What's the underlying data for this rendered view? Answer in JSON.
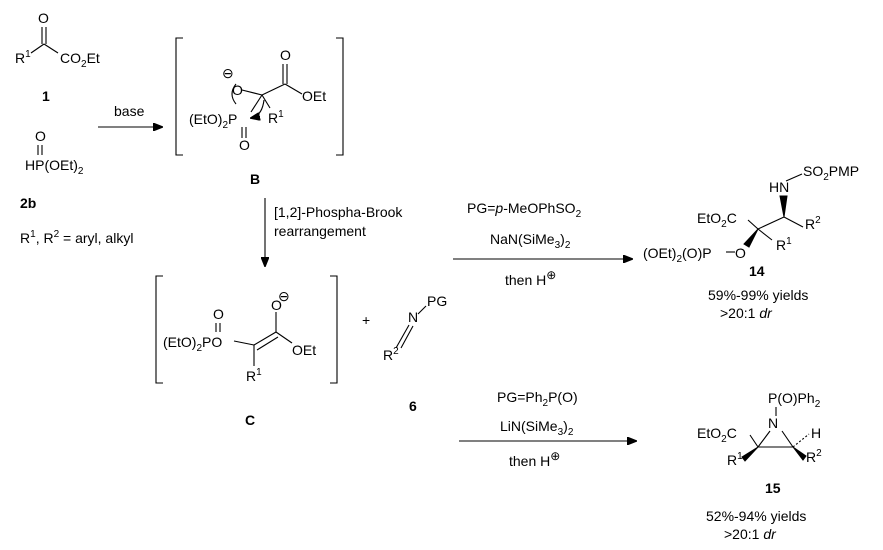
{
  "compound_1": {
    "r1": "R",
    "r1_sup": "1",
    "ester": "CO",
    "ester_sub": "2",
    "ester_tail": "Et",
    "oxygen": "O",
    "label": "1"
  },
  "compound_2b": {
    "oxygen": "O",
    "formula": "HP(OEt)",
    "formula_sub": "2",
    "label": "2b",
    "substituents_prefix": "R",
    "s1": "1",
    "sep": ", R",
    "s2": "2",
    "substituents_tail": " = aryl, alkyl"
  },
  "step_base": {
    "reagent": "base"
  },
  "intermediate_B": {
    "minus": "⊖",
    "o_anion": "O",
    "carbonyl_o": "O",
    "ester": "OEt",
    "phosphonate": "(EtO)",
    "phosphonate_sub": "2",
    "phosphonate_p": "P",
    "p_oxygen": "O",
    "r1": "R",
    "r1_sup": "1",
    "label": "B"
  },
  "step_rearrangement": {
    "line1": "[1,2]-Phospha-Brook",
    "line2": "rearrangement"
  },
  "intermediate_C": {
    "p_oxygen": "O",
    "phosphonate": "(EtO)",
    "phosphonate_sub": "2",
    "phosphonate_tail": "PO",
    "enolate_o": "O",
    "minus": "⊖",
    "ester": "OEt",
    "r1": "R",
    "r1_sup": "1",
    "label": "C"
  },
  "plus_sign": "+",
  "imine_6": {
    "n": "N",
    "pg": "PG",
    "r2": "R",
    "r2_sup": "2",
    "label": "6"
  },
  "step_14": {
    "pg_prefix": "PG=",
    "pg_italic": "p",
    "pg_tail": "-MeOPhSO",
    "pg_sub": "2",
    "base_prefix": "NaN(SiMe",
    "base_sub": "3",
    "base_tail": ")",
    "base_sub2": "2",
    "quench": "then H",
    "quench_sup": "⊕"
  },
  "product_14": {
    "nh": "HN",
    "so2pmp": "SO",
    "so2pmp_sub": "2",
    "so2pmp_tail": "PMP",
    "ester": "EtO",
    "ester_sub": "2",
    "ester_tail": "C",
    "r2": "R",
    "r2_sup": "2",
    "r1": "R",
    "r1_sup": "1",
    "phos_prefix": "(OEt)",
    "phos_sub": "2",
    "phos_tail": "(O)P",
    "o": "O",
    "label": "14",
    "yield": "59%-99% yields",
    "dr_prefix": ">20:1  ",
    "dr_italic": "dr"
  },
  "step_15": {
    "pg_prefix": "PG=Ph",
    "pg_sub": "2",
    "pg_tail": "P(O)",
    "base_prefix": "LiN(SiMe",
    "base_sub": "3",
    "base_tail": ")",
    "base_sub2": "2",
    "quench": "then H",
    "quench_sup": "⊕"
  },
  "product_15": {
    "pgroup": "P(O)Ph",
    "pgroup_sub": "2",
    "n": "N",
    "ester": "EtO",
    "ester_sub": "2",
    "ester_tail": "C",
    "h": "H",
    "r1": "R",
    "r1_sup": "1",
    "r2": "R",
    "r2_sup": "2",
    "label": "15",
    "yield": "52%-94% yields",
    "dr_prefix": ">20:1  ",
    "dr_italic": "dr"
  }
}
